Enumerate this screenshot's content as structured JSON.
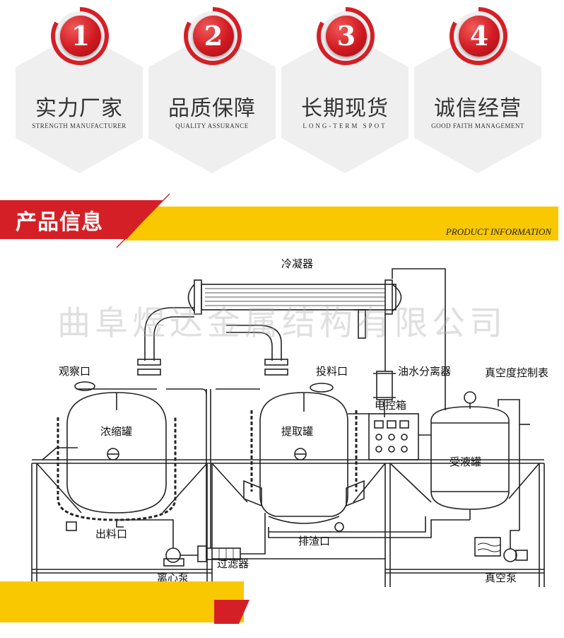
{
  "features": [
    {
      "number": "1",
      "title": "实力厂家",
      "subtitle": "STRENGTH MANUFACTURER"
    },
    {
      "number": "2",
      "title": "品质保障",
      "subtitle": "QUALITY ASSURANCE"
    },
    {
      "number": "3",
      "title": "长期现货",
      "subtitle": "LONG-TERM SPOT"
    },
    {
      "number": "4",
      "title": "诚信经营",
      "subtitle": "GOOD FAITH MANAGEMENT"
    }
  ],
  "header": {
    "title": "产品信息",
    "subtitle": "PRODUCT INFORMATION"
  },
  "watermark": "曲阜煜达金属结构有限公司",
  "diagram": {
    "labels": {
      "condenser": "冷凝器",
      "oil_water_separator": "油水分离器",
      "vacuum_gauge": "真空度控制表",
      "sight_glass": "观察口",
      "feed_port": "投料口",
      "concentration_tank": "浓缩罐",
      "extraction_tank": "提取罐",
      "control_box": "电控箱",
      "receiving_tank": "受液罐",
      "discharge_port": "出料口",
      "slag_port": "排渣口",
      "filter": "过滤器",
      "centrifugal_pump": "离心泵",
      "vacuum_pump": "真空泵"
    }
  },
  "colors": {
    "red": "#d51f26",
    "yellow": "#f9c800",
    "hex_gray": "#efefef"
  }
}
